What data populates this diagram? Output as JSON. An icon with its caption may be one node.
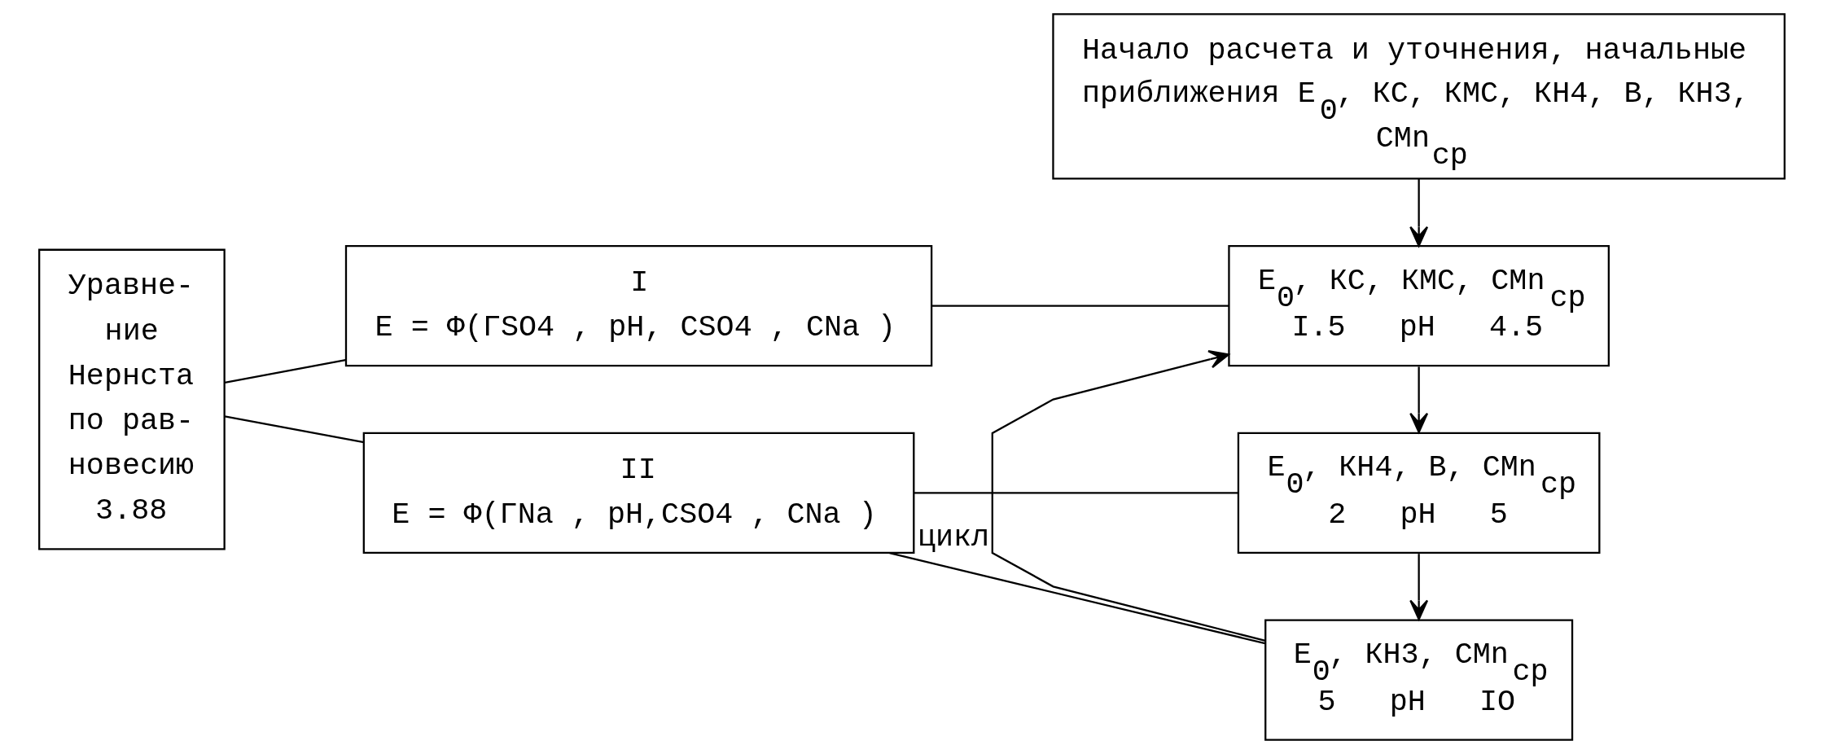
{
  "diagram": {
    "nodes": [
      {
        "text": [
          "Уравне- ние Нернста по рав- новесию 3.88"
        ]
      },
      {
        "text": [
          "I",
          "E = Φ(ΓSO4 , pH, CSO4 , CNa )"
        ]
      },
      {
        "text": [
          "II",
          "E = Φ(ΓNa , pH,CSO4 , CNa )"
        ]
      },
      {
        "text": [
          "Начало расчета и уточнения, начальные приближения E$_{0}$, КС, КМС, КН4, В, КН3, CMn$_{ср}$"
        ]
      },
      {
        "text": [
          "E$_{0}$, КС, КМС, CMn$_{ср}$",
          "I.5   pH   4.5"
        ]
      },
      {
        "text": [
          "E$_{0}$, КН4, В, CMn$_{ср}$",
          "2   pH   5"
        ]
      },
      {
        "text": [
          "E$_{0}$, КН3, CMn$_{ср}$",
          "5   pH   IO"
        ]
      }
    ],
    "edges": [
      {
        "from": 0,
        "to": 1,
        "arrow": "none"
      },
      {
        "from": 0,
        "to": 2,
        "arrow": "none"
      },
      {
        "from": 1,
        "to": 4,
        "arrow": "none"
      },
      {
        "from": 2,
        "to": 5,
        "arrow": "none"
      },
      {
        "from": 2,
        "to": 6,
        "arrow": "none"
      },
      {
        "from": 3,
        "to": 4,
        "arrow": "to"
      },
      {
        "from": 4,
        "to": 5,
        "arrow": "to"
      },
      {
        "from": 5,
        "to": 6,
        "arrow": "to"
      },
      {
        "from": 6,
        "to": 4,
        "arrow": "to",
        "label": "цикл"
      }
    ]
  }
}
